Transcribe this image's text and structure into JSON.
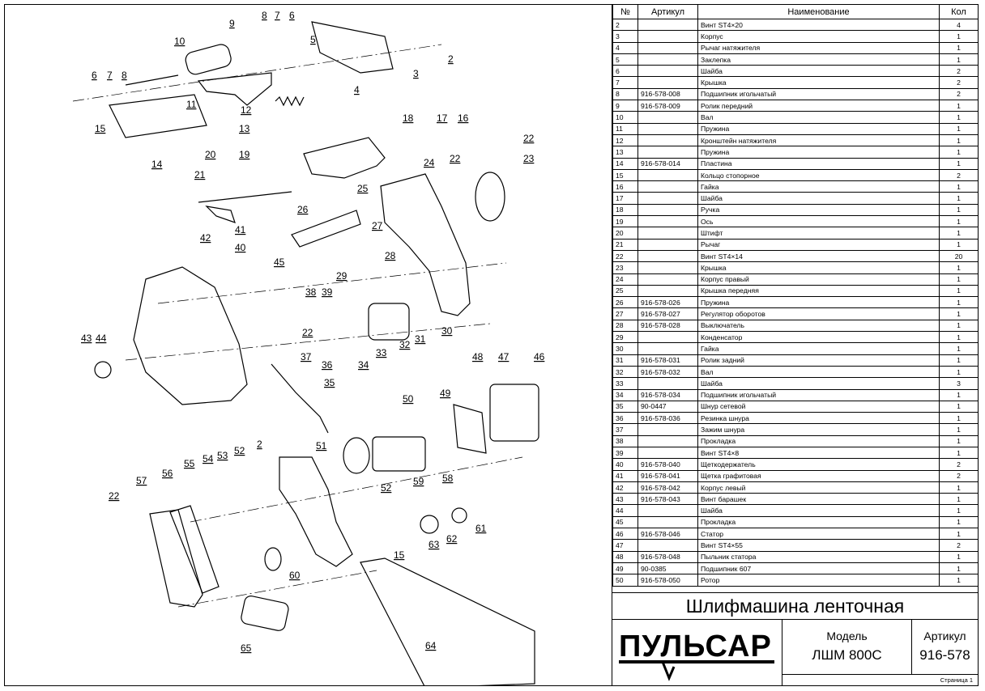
{
  "table": {
    "headers": {
      "num": "№",
      "article": "Артикул",
      "name": "Наименование",
      "qty": "Кол"
    },
    "rows": [
      {
        "n": "2",
        "a": "",
        "name": "Винт ST4×20",
        "q": "4"
      },
      {
        "n": "3",
        "a": "",
        "name": "Корпус",
        "q": "1"
      },
      {
        "n": "4",
        "a": "",
        "name": "Рычаг натяжителя",
        "q": "1"
      },
      {
        "n": "5",
        "a": "",
        "name": "Заклепка",
        "q": "1"
      },
      {
        "n": "6",
        "a": "",
        "name": "Шайба",
        "q": "2"
      },
      {
        "n": "7",
        "a": "",
        "name": "Крышка",
        "q": "2"
      },
      {
        "n": "8",
        "a": "916-578-008",
        "name": "Подшипник игольчатый",
        "q": "2"
      },
      {
        "n": "9",
        "a": "916-578-009",
        "name": "Ролик передний",
        "q": "1"
      },
      {
        "n": "10",
        "a": "",
        "name": "Вал",
        "q": "1"
      },
      {
        "n": "11",
        "a": "",
        "name": "Пружина",
        "q": "1"
      },
      {
        "n": "12",
        "a": "",
        "name": "Кронштейн натяжителя",
        "q": "1"
      },
      {
        "n": "13",
        "a": "",
        "name": "Пружина",
        "q": "1"
      },
      {
        "n": "14",
        "a": "916-578-014",
        "name": "Пластина",
        "q": "1"
      },
      {
        "n": "15",
        "a": "",
        "name": "Кольцо стопорное",
        "q": "2"
      },
      {
        "n": "16",
        "a": "",
        "name": "Гайка",
        "q": "1"
      },
      {
        "n": "17",
        "a": "",
        "name": "Шайба",
        "q": "1"
      },
      {
        "n": "18",
        "a": "",
        "name": "Ручка",
        "q": "1"
      },
      {
        "n": "19",
        "a": "",
        "name": "Ось",
        "q": "1"
      },
      {
        "n": "20",
        "a": "",
        "name": "Штифт",
        "q": "1"
      },
      {
        "n": "21",
        "a": "",
        "name": "Рычаг",
        "q": "1"
      },
      {
        "n": "22",
        "a": "",
        "name": "Винт ST4×14",
        "q": "20"
      },
      {
        "n": "23",
        "a": "",
        "name": "Крышка",
        "q": "1"
      },
      {
        "n": "24",
        "a": "",
        "name": "Корпус правый",
        "q": "1"
      },
      {
        "n": "25",
        "a": "",
        "name": "Крышка передняя",
        "q": "1"
      },
      {
        "n": "26",
        "a": "916-578-026",
        "name": "Пружина",
        "q": "1"
      },
      {
        "n": "27",
        "a": "916-578-027",
        "name": "Регулятор оборотов",
        "q": "1"
      },
      {
        "n": "28",
        "a": "916-578-028",
        "name": "Выключатель",
        "q": "1"
      },
      {
        "n": "29",
        "a": "",
        "name": "Конденсатор",
        "q": "1"
      },
      {
        "n": "30",
        "a": "",
        "name": "Гайка",
        "q": "1"
      },
      {
        "n": "31",
        "a": "916-578-031",
        "name": "Ролик задний",
        "q": "1"
      },
      {
        "n": "32",
        "a": "916-578-032",
        "name": "Вал",
        "q": "1"
      },
      {
        "n": "33",
        "a": "",
        "name": "Шайба",
        "q": "3"
      },
      {
        "n": "34",
        "a": "916-578-034",
        "name": "Подшипник игольчатый",
        "q": "1"
      },
      {
        "n": "35",
        "a": "90-0447",
        "name": "Шнур сетевой",
        "q": "1"
      },
      {
        "n": "36",
        "a": "916-578-036",
        "name": "Резинка шнура",
        "q": "1"
      },
      {
        "n": "37",
        "a": "",
        "name": "Зажим шнура",
        "q": "1"
      },
      {
        "n": "38",
        "a": "",
        "name": "Прокладка",
        "q": "1"
      },
      {
        "n": "39",
        "a": "",
        "name": "Винт ST4×8",
        "q": "1"
      },
      {
        "n": "40",
        "a": "916-578-040",
        "name": "Щеткодержатель",
        "q": "2"
      },
      {
        "n": "41",
        "a": "916-578-041",
        "name": "Щетка графитовая",
        "q": "2"
      },
      {
        "n": "42",
        "a": "916-578-042",
        "name": "Корпус левый",
        "q": "1"
      },
      {
        "n": "43",
        "a": "916-578-043",
        "name": "Винт барашек",
        "q": "1"
      },
      {
        "n": "44",
        "a": "",
        "name": "Шайба",
        "q": "1"
      },
      {
        "n": "45",
        "a": "",
        "name": "Прокладка",
        "q": "1"
      },
      {
        "n": "46",
        "a": "916-578-046",
        "name": "Статор",
        "q": "1"
      },
      {
        "n": "47",
        "a": "",
        "name": "Винт ST4×55",
        "q": "2"
      },
      {
        "n": "48",
        "a": "916-578-048",
        "name": "Пыльник статора",
        "q": "1"
      },
      {
        "n": "49",
        "a": "90-0385",
        "name": "Подшипник 607",
        "q": "1"
      },
      {
        "n": "50",
        "a": "916-578-050",
        "name": "Ротор",
        "q": "1"
      }
    ]
  },
  "product_title": "Шлифмашина ленточная",
  "brand_logo": "ПУЛЬСАР",
  "model": {
    "label": "Модель",
    "value": "ЛШМ 800С"
  },
  "article": {
    "label": "Артикул",
    "value": "916-578"
  },
  "page_label": "Страница 1",
  "callouts": [
    "2",
    "3",
    "4",
    "5",
    "6",
    "7",
    "8",
    "9",
    "10",
    "11",
    "12",
    "13",
    "14",
    "15",
    "16",
    "17",
    "18",
    "19",
    "20",
    "21",
    "22",
    "23",
    "24",
    "25",
    "26",
    "27",
    "28",
    "29",
    "30",
    "31",
    "32",
    "33",
    "34",
    "35",
    "36",
    "37",
    "38",
    "39",
    "40",
    "41",
    "42",
    "43",
    "44",
    "45",
    "46",
    "47",
    "48",
    "49",
    "50",
    "51",
    "52",
    "53",
    "54",
    "55",
    "56",
    "57",
    "58",
    "59",
    "60",
    "61",
    "62",
    "63",
    "64",
    "65"
  ]
}
